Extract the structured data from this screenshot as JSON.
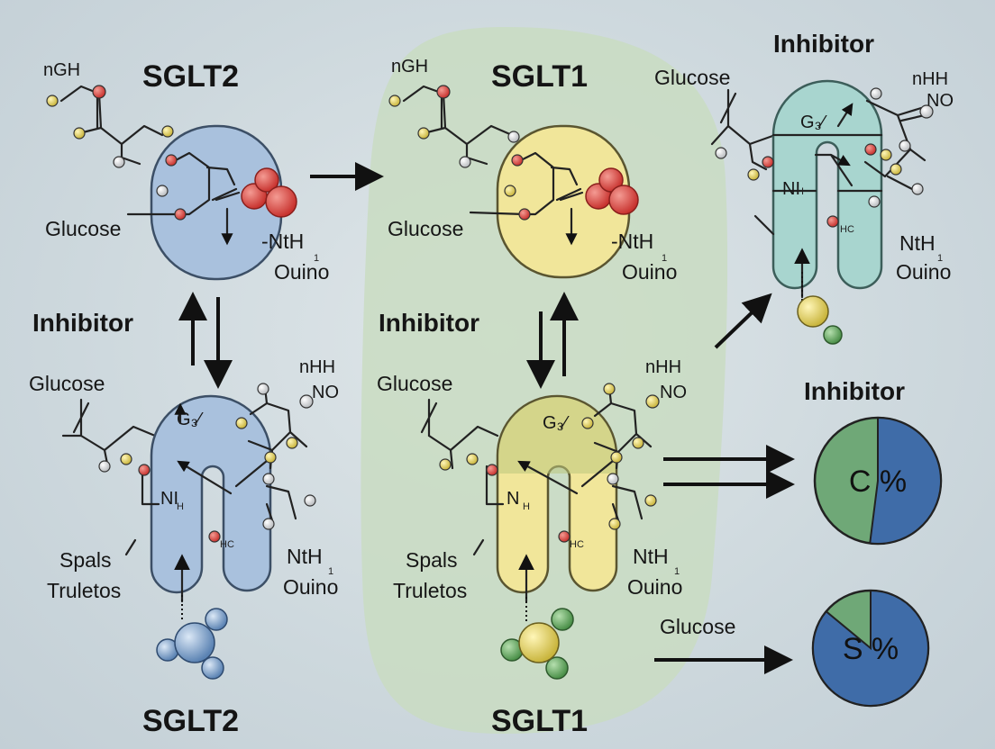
{
  "panels": {
    "tl": {
      "title": "SGLT2",
      "mol_label": "nGH",
      "glucose": "Glucose",
      "nth": "-NtH",
      "nth_sub": "1",
      "ouino": "Ouino"
    },
    "tc": {
      "title": "SGLT1",
      "mol_label": "nGH",
      "glucose": "Glucose",
      "nth": "-NtH",
      "nth_sub": "1",
      "ouino": "Ouino"
    },
    "tr": {
      "title": "Inhibitor",
      "glucose": "Glucose",
      "nhh": "nHH",
      "no": "NO",
      "g_label": "G₃⁄",
      "nh": "NΙ",
      "nh_sub": "H",
      "hc": "HC",
      "nth": "NtH",
      "nth_sub": "1",
      "ouino": "Ouino"
    },
    "bl": {
      "title": "SGLT2",
      "inhibitor": "Inhibitor",
      "glucose": "Glucose",
      "nhh": "nHH",
      "no": "NO",
      "g_label": "G₃⁄",
      "nh": "NI",
      "nh_sub": "H",
      "hc": "HC",
      "nth": "NtH",
      "nth_sub": "1",
      "ouino": "Ouino",
      "spals": "Spals",
      "truletos": "Truletos"
    },
    "bc": {
      "title": "SGLT1",
      "inhibitor": "Inhibitor",
      "glucose": "Glucose",
      "nhh": "nHH",
      "no": "NO",
      "g_label": "G₃⁄",
      "nh": "N",
      "nh_sub": "H",
      "hc": "HC",
      "nth": "NtH",
      "nth_sub": "1",
      "ouino": "Ouino",
      "spals": "Spals",
      "truletos": "Truletos"
    }
  },
  "pies": {
    "heading": "Inhibitor",
    "glucose": "Glucose",
    "top": {
      "label": "C %",
      "fraction_blue": 0.52
    },
    "bottom": {
      "label": "S %",
      "fraction_blue": 0.86
    }
  },
  "colors": {
    "sglt2_blue": "#a9c1dd",
    "sglt1_yellow": "#f1e69a",
    "inhibitor_teal": "#a8d5cf",
    "background_green": "#c9dcc2",
    "pie_green": "#6fa877",
    "pie_blue": "#3f6ca8",
    "atom_red": "#d9433f",
    "atom_yellow": "#e6d36a",
    "atom_green": "#63a561"
  }
}
